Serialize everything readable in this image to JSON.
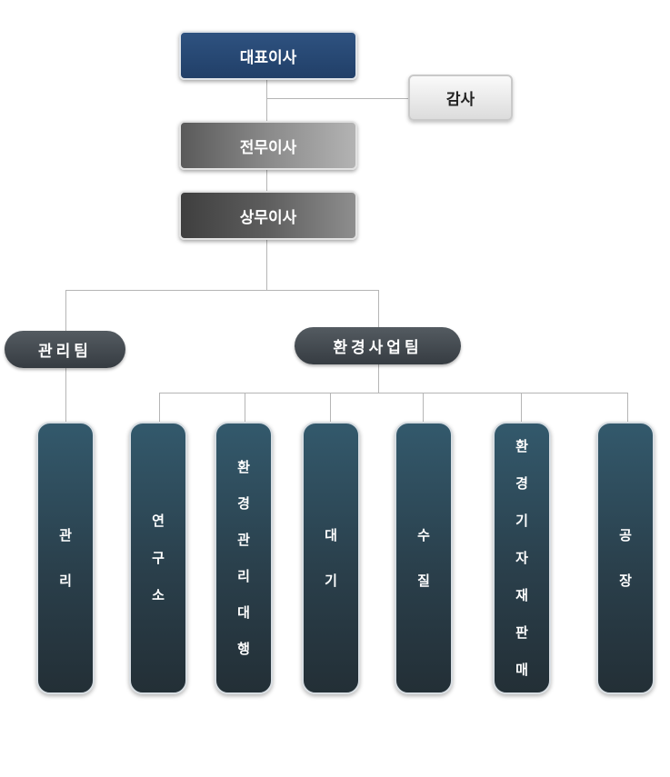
{
  "org": {
    "ceo": "대표이사",
    "auditor": "감사",
    "executive_director": "전무이사",
    "managing_director": "상무이사",
    "management_team": "관리팀",
    "env_business_team": "환경사업팀"
  },
  "units": {
    "management": "관리",
    "research_institute": "연구소",
    "env_management_agency": "환경관리대행",
    "air": "대기",
    "water_quality": "수질",
    "env_equipment_sales": "환경기자재판매",
    "factory": "공장"
  }
}
